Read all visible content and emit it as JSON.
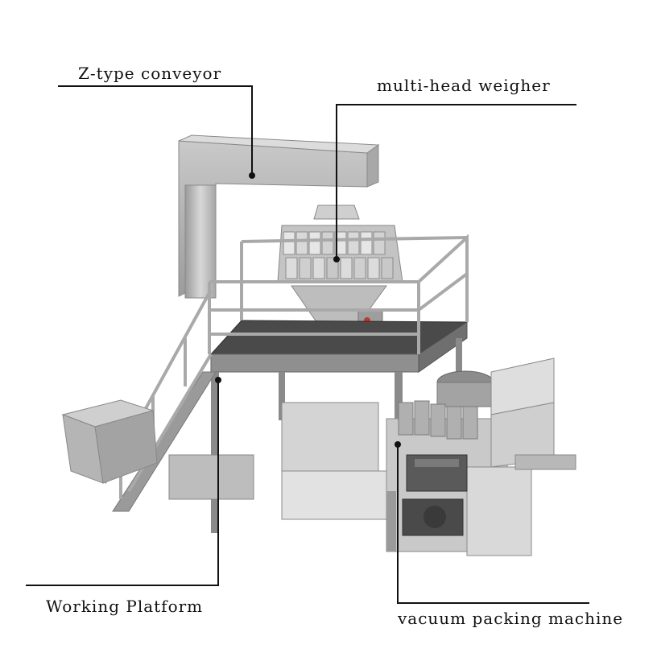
{
  "labels": {
    "z_conveyor": "Z-type conveyor",
    "weigher": "multi-head weigher",
    "platform": "Working Platform",
    "vacuum": "vacuum packing machine"
  },
  "colors": {
    "steel_light": "#d9d9d9",
    "steel_mid": "#b3b3b3",
    "steel_dark": "#7a7a7a",
    "platform_top": "#3d3d3d",
    "motor": "#4a4a4a",
    "leader_line": "#111111"
  }
}
